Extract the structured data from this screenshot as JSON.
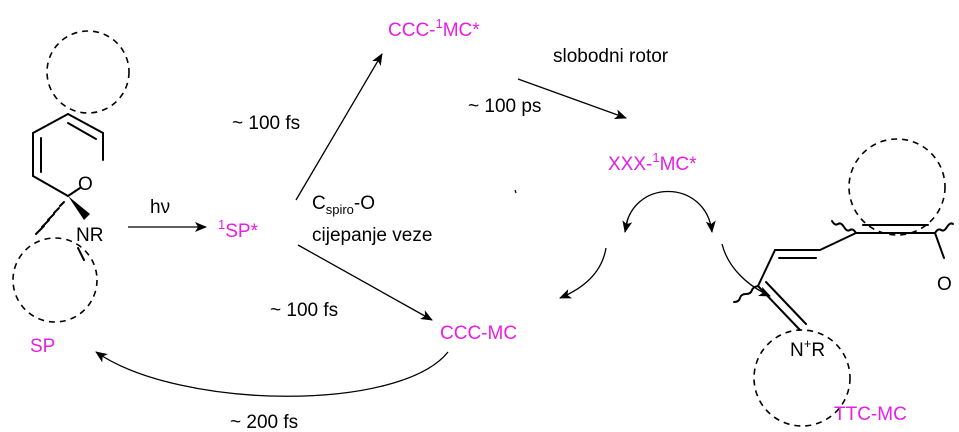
{
  "species": {
    "sp": "SP",
    "sp_excited": {
      "sup": "1",
      "text": "SP*"
    },
    "ccc_1mc": {
      "pre": "CCC-",
      "sup": "1",
      "text": "MC*"
    },
    "xxx_1mc": {
      "pre": "XXX-",
      "sup": "1",
      "text": "MC*"
    },
    "ccc_mc": "CCC-MC",
    "ttc_mc": "TTC-MC"
  },
  "labels": {
    "hv": "hν",
    "t_sp_to_ccc1mc": "~ 100 fs",
    "t_ccc1mc_to_xxx": "~ 100 ps",
    "free_rotor": "slobodni rotor",
    "t_sp_to_cccmc": "~ 100 fs",
    "t_cccmc_to_sp": "~ 200 fs",
    "bond_cleavage_c": "C",
    "bond_cleavage_sub": "spiro",
    "bond_cleavage_o": "-O",
    "bond_cleavage_text": "cijepanje veze"
  },
  "atoms": {
    "sp_oxygen": "O",
    "sp_nitrogen": "NR",
    "mc_oxygen": "O",
    "mc_n": "N",
    "mc_plus": "+",
    "mc_r": "R"
  },
  "colors": {
    "species": "#e61ee6",
    "text": "#000000"
  }
}
